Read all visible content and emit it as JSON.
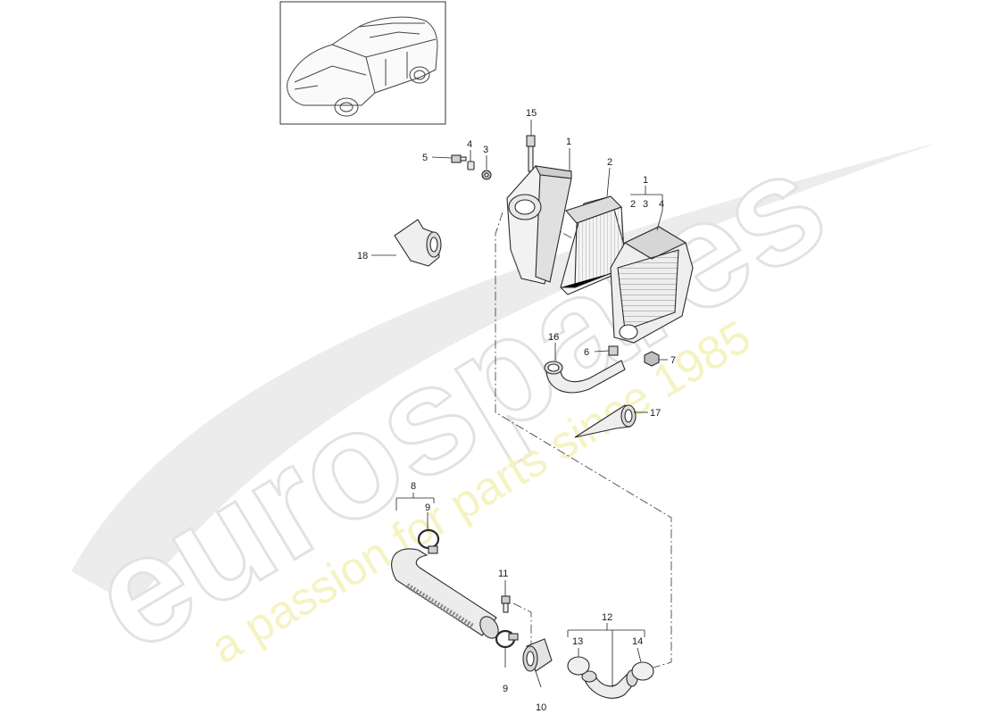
{
  "watermark": {
    "brand": "eurospares",
    "tagline": "a passion for parts since 1985"
  },
  "callouts": [
    {
      "id": "c15",
      "text": "15"
    },
    {
      "id": "c1a",
      "text": "1"
    },
    {
      "id": "c2",
      "text": "2"
    },
    {
      "id": "c1b",
      "text": "1"
    },
    {
      "id": "c1b_2",
      "text": "2"
    },
    {
      "id": "c1b_3",
      "text": "3"
    },
    {
      "id": "c1b_4",
      "text": "4"
    },
    {
      "id": "c5",
      "text": "5"
    },
    {
      "id": "c4",
      "text": "4"
    },
    {
      "id": "c3",
      "text": "3"
    },
    {
      "id": "c18",
      "text": "18"
    },
    {
      "id": "c16",
      "text": "16"
    },
    {
      "id": "c6",
      "text": "6"
    },
    {
      "id": "c7",
      "text": "7"
    },
    {
      "id": "c17",
      "text": "17"
    },
    {
      "id": "c8",
      "text": "8"
    },
    {
      "id": "c9a",
      "text": "9"
    },
    {
      "id": "c11",
      "text": "11"
    },
    {
      "id": "c12",
      "text": "12"
    },
    {
      "id": "c13",
      "text": "13"
    },
    {
      "id": "c14",
      "text": "14"
    },
    {
      "id": "c9b",
      "text": "9"
    },
    {
      "id": "c10",
      "text": "10"
    }
  ]
}
